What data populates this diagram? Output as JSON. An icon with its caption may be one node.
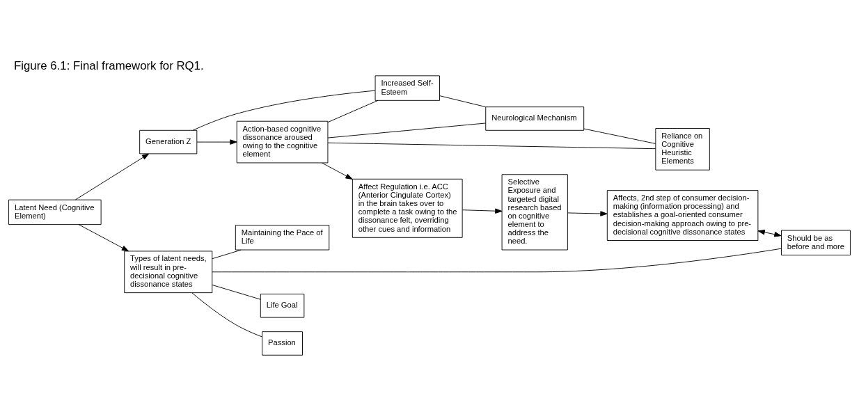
{
  "diagram": {
    "title": "Figure 6.1: Final framework for RQ1.",
    "nodes": [
      {
        "text": [
          "Latent Need (Cognitive Element)"
        ]
      },
      {
        "text": [
          "Generation Z"
        ]
      },
      {
        "text": [
          "Types of latent needs, will result in pre-decisional cognitive dissonance states"
        ]
      },
      {
        "text": [
          "Action-based cognitive dissonance aroused owing to the cognitive element"
        ]
      },
      {
        "text": [
          "Affect Regulation i.e. ACC (Anterior Cingulate Cortex) in the brain takes over to complete a task owing to the dissonance felt, overriding other cues and information"
        ]
      },
      {
        "text": [
          "Selective Exposure and targeted digital research based on cognitive element to address the need."
        ]
      },
      {
        "text": [
          "Increased Self-Esteem"
        ]
      },
      {
        "text": [
          "Neurological Mechanism"
        ]
      },
      {
        "text": [
          "Reliance on Cognitive Heuristic Elements"
        ]
      },
      {
        "text": [
          "Affects, 2nd step of consumer decision-making (information processing) and establishes a goal-oriented consumer decision-making approach owing to pre-decisional cognitive dissonance states"
        ]
      },
      {
        "text": [
          "Life Goal"
        ]
      },
      {
        "text": [
          "Passion"
        ]
      },
      {
        "text": [
          "Maintaining the Pace of Life"
        ]
      },
      {
        "text": [
          "Should be as before and more"
        ]
      }
    ],
    "edges": [
      {
        "from": 0,
        "to": 2,
        "arrow": "to"
      },
      {
        "from": 0,
        "to": 1,
        "arrow": "to"
      },
      {
        "from": 1,
        "to": 3,
        "arrow": "to"
      },
      {
        "from": 1,
        "to": 6,
        "arrow": "none"
      },
      {
        "from": 3,
        "to": 6,
        "arrow": "none"
      },
      {
        "from": 3,
        "to": 7,
        "arrow": "none"
      },
      {
        "from": 3,
        "to": 8,
        "arrow": "none"
      },
      {
        "from": 6,
        "to": 7,
        "arrow": "none"
      },
      {
        "from": 7,
        "to": 8,
        "arrow": "none"
      },
      {
        "from": 3,
        "to": 4,
        "arrow": "to"
      },
      {
        "from": 4,
        "to": 5,
        "arrow": "to"
      },
      {
        "from": 5,
        "to": 9,
        "arrow": "to"
      },
      {
        "from": 9,
        "to": 13,
        "arrow": "both"
      },
      {
        "from": 2,
        "to": 10,
        "arrow": "none"
      },
      {
        "from": 2,
        "to": 11,
        "arrow": "none"
      },
      {
        "from": 2,
        "to": 12,
        "arrow": "none"
      },
      {
        "from": 2,
        "to": 13,
        "arrow": "none"
      }
    ]
  }
}
